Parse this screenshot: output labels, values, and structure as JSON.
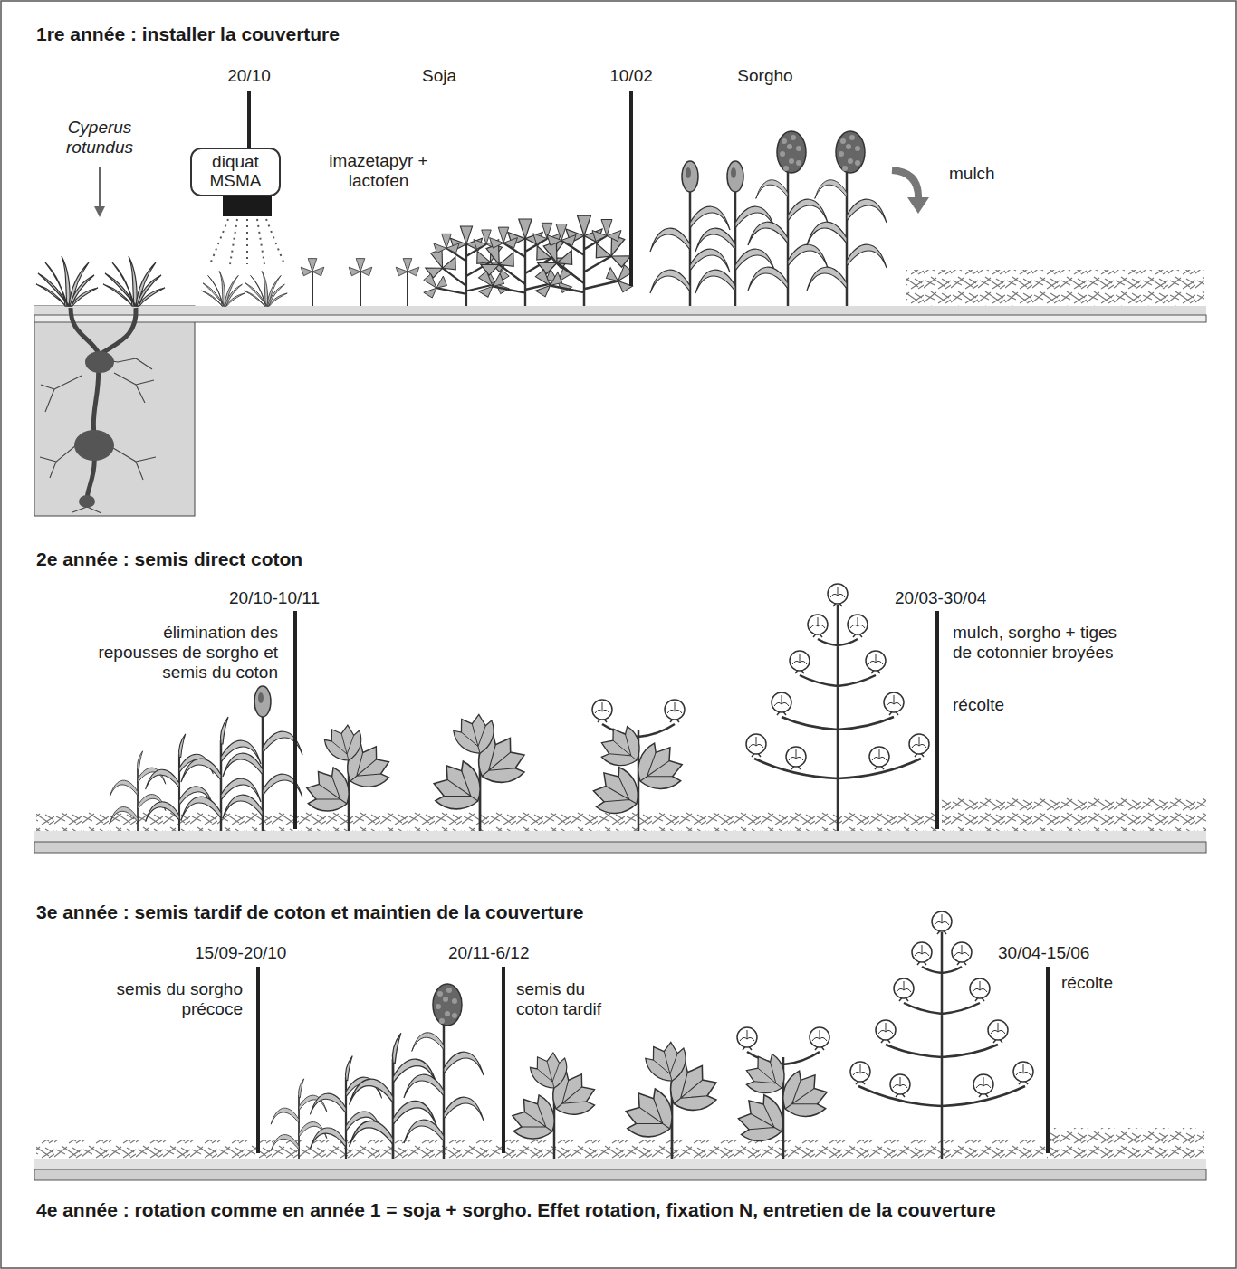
{
  "diagram": {
    "nodes": [
      {
        "text": [
          "diquat MSMA"
        ]
      }
    ],
    "labels": [
      "1re année : installer la couverture",
      "Cyperus rotundus",
      "20/10",
      "Soja",
      "imazetapyr + lactofen",
      "10/02",
      "Sorgho",
      "mulch",
      "2e année : semis direct coton",
      "20/10-10/11",
      "élimination des repousses de sorgho et semis du coton",
      "20/03-30/04",
      "mulch, sorgho + tiges de cotonnier broyées",
      "récolte",
      "3e année : semis tardif de coton et maintien de la couverture",
      "15/09-20/10",
      "semis du sorgho précoce",
      "20/11-6/12",
      "semis du coton tardif",
      "30/04-15/06",
      "récolte",
      "4e année : rotation comme en année 1 = soja + sorgho. Effet rotation, fixation N, entretien de la couverture"
    ]
  }
}
